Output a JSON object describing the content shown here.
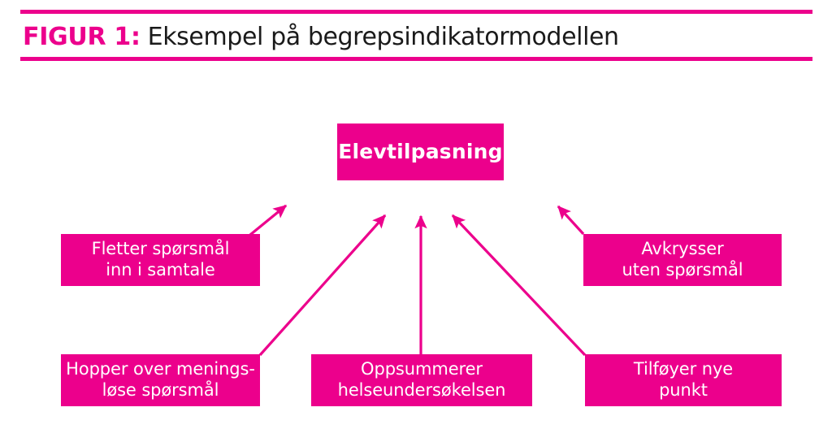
{
  "brand_color": "#ec008c",
  "text_color_dark": "#1a1a1a",
  "text_color_light": "#ffffff",
  "background_color": "#ffffff",
  "header": {
    "figure_label": "FIGUR 1:",
    "title": "Eksempel på begrepsindikatormodellen"
  },
  "diagram": {
    "type": "concept-indicator-model",
    "root": {
      "id": "elevtilpasning",
      "label": "Elevtilpasning",
      "lines": [
        "Elevtilpasning"
      ]
    },
    "indicators": [
      {
        "id": "fletter-sporsmal",
        "lines": [
          "Fletter spørsmål",
          "inn i samtale"
        ],
        "label": "Fletter spørsmål inn i samtale"
      },
      {
        "id": "avkrysser-uten-sporsmal",
        "lines": [
          "Avkrysser",
          "uten spørsmål"
        ],
        "label": "Avkrysser uten spørsmål"
      },
      {
        "id": "hopper-over-meningslose-sporsmal",
        "lines": [
          "Hopper over menings-",
          "løse spørsmål"
        ],
        "label": "Hopper over meningsløse spørsmål"
      },
      {
        "id": "oppsummerer-helseundersokelsen",
        "lines": [
          "Oppsummerer",
          "helseundersøkelsen"
        ],
        "label": "Oppsummerer helseundersøkelsen"
      },
      {
        "id": "tilfoyer-nye-punkt",
        "lines": [
          "Tilføyer nye",
          "punkt"
        ],
        "label": "Tilføyer nye punkt"
      }
    ],
    "connectors": [
      {
        "from": "fletter-sporsmal",
        "to": "elevtilpasning",
        "style": "diagonal-arrow"
      },
      {
        "from": "hopper-over-meningslose-sporsmal",
        "to": "elevtilpasning",
        "style": "diagonal-arrow"
      },
      {
        "from": "oppsummerer-helseundersokelsen",
        "to": "elevtilpasning",
        "style": "vertical-arrow"
      },
      {
        "from": "tilfoyer-nye-punkt",
        "to": "elevtilpasning",
        "style": "diagonal-arrow"
      },
      {
        "from": "avkrysser-uten-sporsmal",
        "to": "elevtilpasning",
        "style": "diagonal-arrow"
      }
    ]
  }
}
